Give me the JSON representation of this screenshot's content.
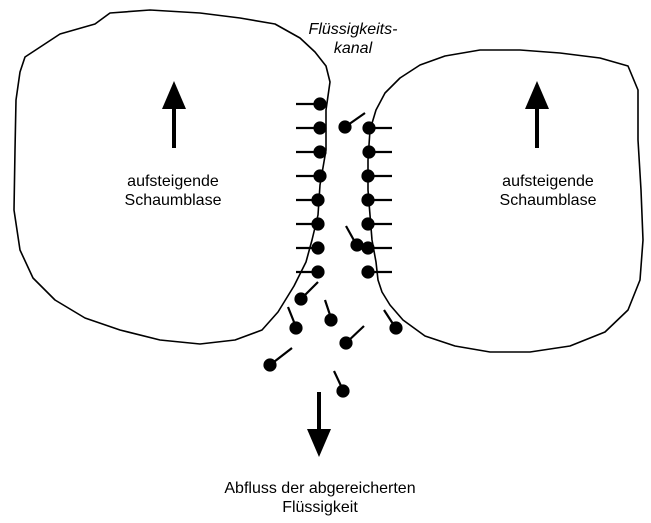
{
  "diagram": {
    "channel_label_line1": "Flüssigkeits-",
    "channel_label_line2": "kanal",
    "left_bubble_line1": "aufsteigende",
    "left_bubble_line2": "Schaumblase",
    "right_bubble_line1": "aufsteigende",
    "right_bubble_line2": "Schaumblase",
    "outflow_line1": "Abfluss der abgereicherten",
    "outflow_line2": "Flüssigkeit",
    "arrow_up_icon": "arrow-up-icon",
    "arrow_down_icon": "arrow-down-icon",
    "surfactant_icon": "surfactant-molecule-icon",
    "stroke_color": "#000000",
    "background_color": "#ffffff"
  }
}
